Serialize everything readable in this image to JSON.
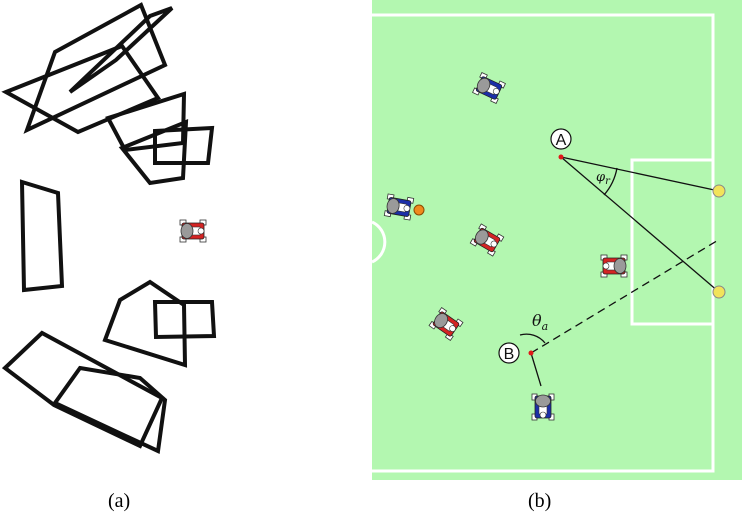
{
  "panels": [
    {
      "caption": "(a)"
    },
    {
      "caption": "(b)"
    }
  ],
  "points": [
    {
      "label": "A"
    },
    {
      "label": "B"
    }
  ],
  "angles": [
    {
      "symbol": "φ",
      "subscript": "r"
    },
    {
      "symbol": "θ",
      "subscript": "a"
    }
  ],
  "colors": {
    "field": "#b3f7b0",
    "field_lines": "#ffffff",
    "polygon_stroke": "#111111",
    "ball": "#f08a1c",
    "goal_post": "#f2e35a",
    "point_marker": "#e01818",
    "red_team": "#d42424",
    "blue_team": "#1c2fa8",
    "robot_body": "#9a9a9a"
  },
  "robots": [
    {
      "panel": "a",
      "team": "red"
    },
    {
      "panel": "b",
      "team": "blue"
    },
    {
      "panel": "b",
      "team": "blue"
    },
    {
      "panel": "b",
      "team": "red"
    },
    {
      "panel": "b",
      "team": "red"
    },
    {
      "panel": "b",
      "team": "red"
    },
    {
      "panel": "b",
      "team": "blue"
    }
  ]
}
